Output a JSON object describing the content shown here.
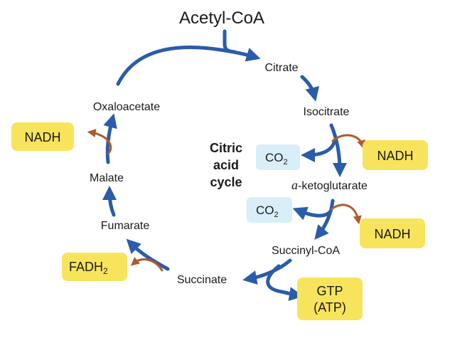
{
  "title": "Acetyl-CoA",
  "center_label": [
    "Citric",
    "acid",
    "cycle"
  ],
  "intermediates": {
    "citrate": "Citrate",
    "isocitrate": "Isocitrate",
    "ketoglutarate_prefix": "a",
    "ketoglutarate": "-ketoglutarate",
    "succinyl_coa": "Succinyl-CoA",
    "succinate": "Succinate",
    "fumarate": "Fumarate",
    "malate": "Malate",
    "oxaloacetate": "Oxaloacetate"
  },
  "products": {
    "nadh_1": "NADH",
    "nadh_2": "NADH",
    "nadh_3": "NADH",
    "co2_1": "CO",
    "co2_2": "CO",
    "co2_sub": "2",
    "fadh2": "FADH",
    "fadh2_sub": "2",
    "gtp": "GTP",
    "atp": "(ATP)"
  },
  "colors": {
    "cycle_arrow": "#2a5caa",
    "side_arrow": "#b05a2a",
    "energy_highlight": "#f8e45c",
    "co2_highlight": "#d8eef8"
  }
}
